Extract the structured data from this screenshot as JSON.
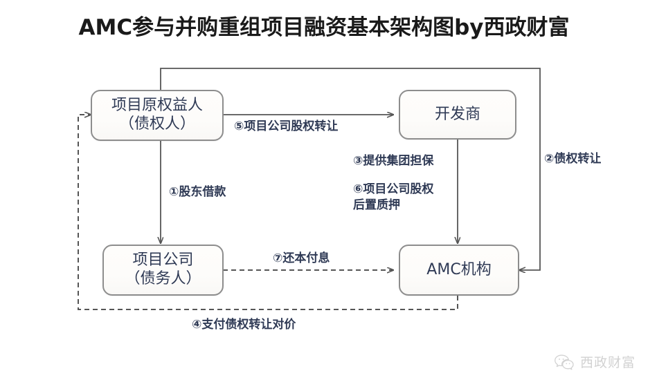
{
  "title": "AMC参与并购重组项目融资基本架构图by西政财富",
  "nodes": [
    {
      "id": "original-rights-holder",
      "label": "项目原权益人\n（债权人）"
    },
    {
      "id": "developer",
      "label": "开发商"
    },
    {
      "id": "project-company",
      "label": "项目公司\n（债务人）"
    },
    {
      "id": "amc",
      "label": "AMC机构"
    }
  ],
  "edge_labels": {
    "shareholder_loan": "①股东借款",
    "creditor_rights_transfer": "②债权转让",
    "group_guarantee": "③提供集团担保",
    "pay_transfer_consideration": "④支付债权转让对价",
    "equity_transfer": "⑤项目公司股权转让",
    "equity_pledge": "⑥项目公司股权\n后置质押",
    "repay_principal_interest": "⑦还本付息"
  },
  "watermark": {
    "icon": "wechat-icon",
    "text": "西政财富"
  },
  "colors": {
    "title": "#1a1a1a",
    "node_border": "#8d8d8d",
    "node_text": "#2f3a55",
    "line": "#555555",
    "watermark": "#d2d2d2",
    "background": "#ffffff"
  }
}
